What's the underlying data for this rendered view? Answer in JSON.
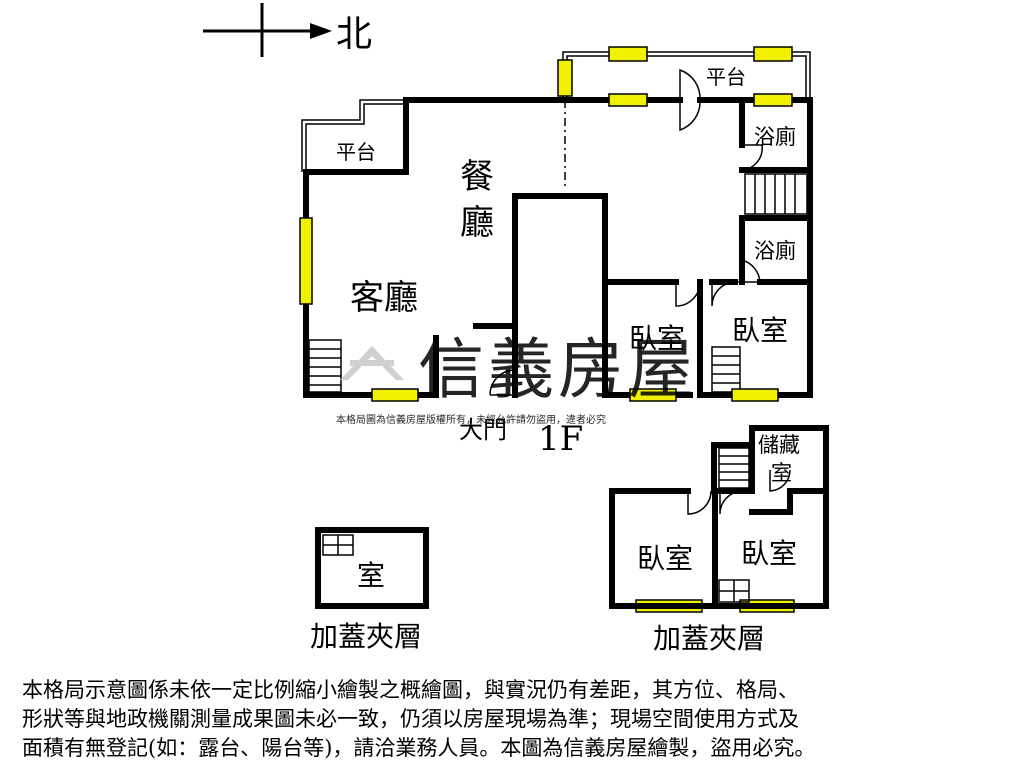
{
  "compass": {
    "label": "北"
  },
  "floor_label": "1F",
  "rooms": {
    "platform_top": "平台",
    "platform_left": "平台",
    "dining_1": "餐",
    "dining_2": "廳",
    "living": "客廳",
    "bath_top": "浴廁",
    "bath_mid": "浴廁",
    "bedroom_mid": "臥室",
    "bedroom_right": "臥室",
    "main_door": "大門",
    "mezz_bedroom_left": "臥室",
    "mezz_bedroom_right": "臥室",
    "storage_1": "儲藏",
    "storage_2": "室",
    "mezz_small_room": "室"
  },
  "mezzanine_left_label": "加蓋夾層",
  "mezzanine_right_label": "加蓋夾層",
  "watermark": {
    "brand": "信義房屋",
    "notice": "本格局圖為信義房屋版權所有，未經允許請勿盜用，違者必究"
  },
  "disclaimer": {
    "line1": "本格局示意圖係未依一定比例縮小繪製之概繪圖，與實況仍有差距，其方位、格局、",
    "line2": "形狀等與地政機關測量成果圖未必一致，仍須以房屋現場為準；現場空間使用方式及",
    "line3": "面積有無登記(如：露台、陽台等)，請洽業務人員。本圖為信義房屋繪製，盜用必究。"
  },
  "colors": {
    "window": "#f0f000",
    "wall": "#000000",
    "watermark": "#c8c8c8"
  }
}
